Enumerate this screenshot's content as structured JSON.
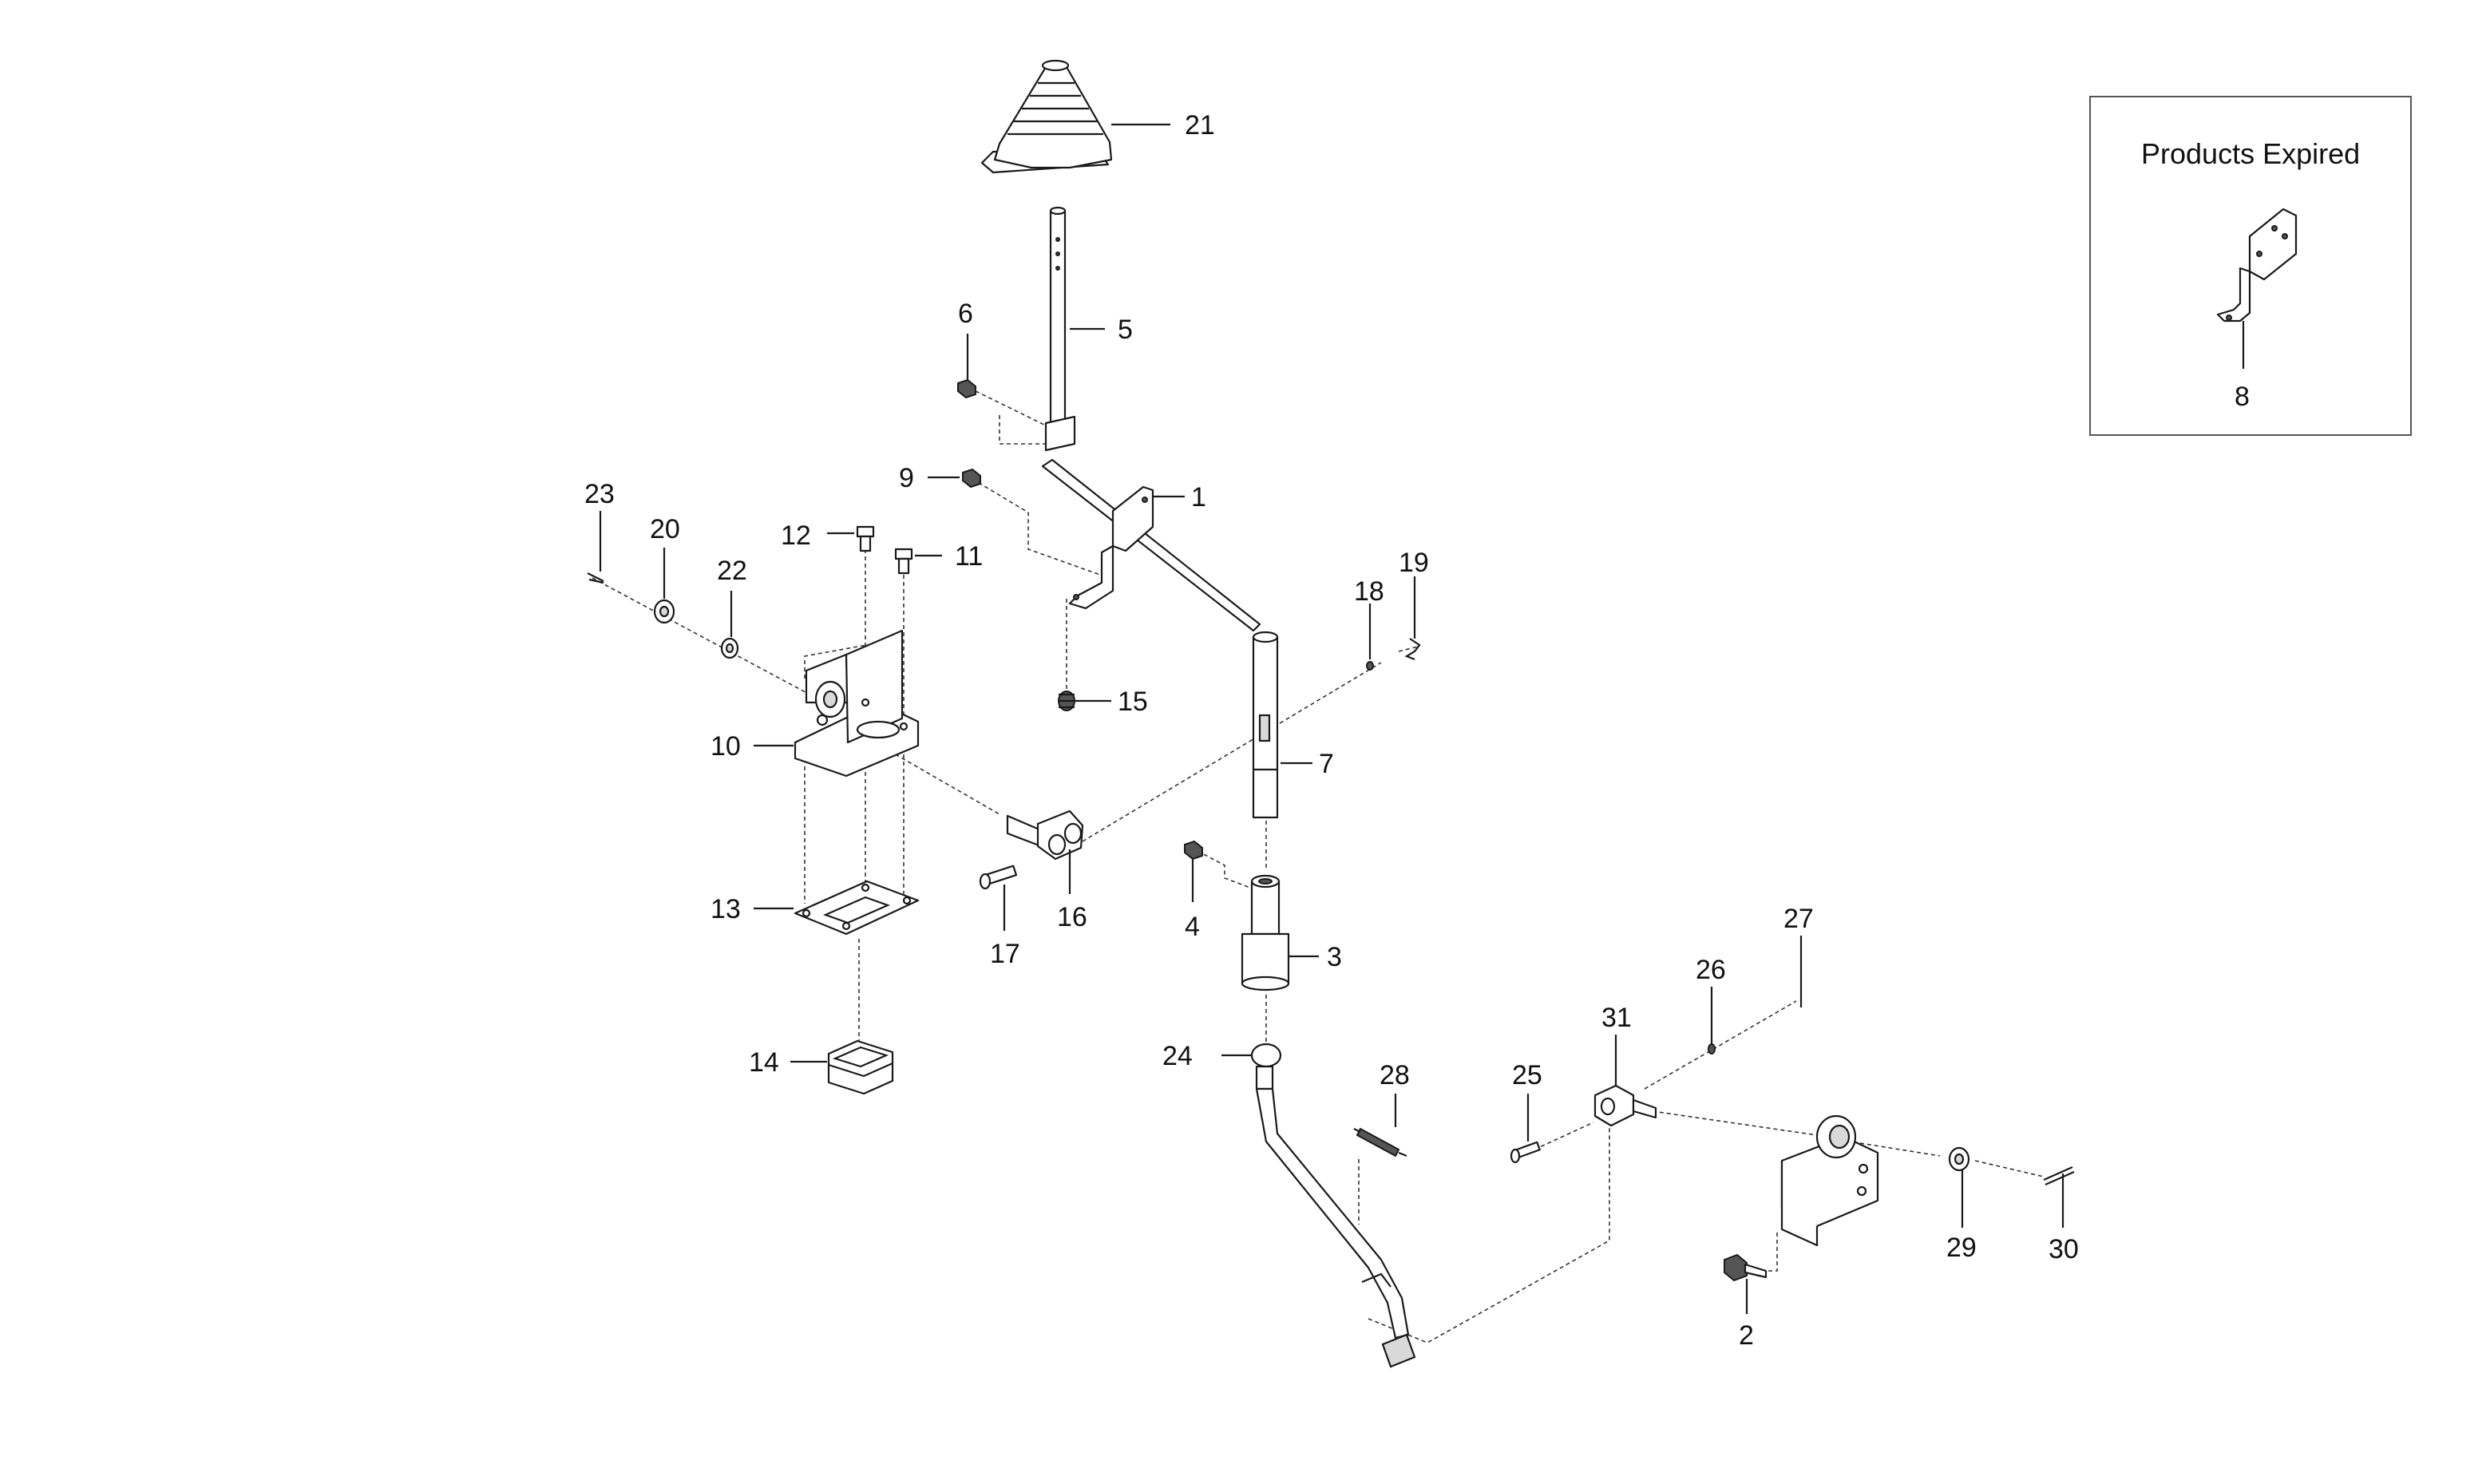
{
  "inset": {
    "title": "Products Expired",
    "part_number": "8"
  },
  "callouts": [
    {
      "id": "c1",
      "label": "1"
    },
    {
      "id": "c2",
      "label": "2"
    },
    {
      "id": "c3",
      "label": "3"
    },
    {
      "id": "c4",
      "label": "4"
    },
    {
      "id": "c5",
      "label": "5"
    },
    {
      "id": "c6",
      "label": "6"
    },
    {
      "id": "c7",
      "label": "7"
    },
    {
      "id": "c9",
      "label": "9"
    },
    {
      "id": "c10",
      "label": "10"
    },
    {
      "id": "c11",
      "label": "11"
    },
    {
      "id": "c12",
      "label": "12"
    },
    {
      "id": "c13",
      "label": "13"
    },
    {
      "id": "c14",
      "label": "14"
    },
    {
      "id": "c15",
      "label": "15"
    },
    {
      "id": "c16",
      "label": "16"
    },
    {
      "id": "c17",
      "label": "17"
    },
    {
      "id": "c18",
      "label": "18"
    },
    {
      "id": "c19",
      "label": "19"
    },
    {
      "id": "c20",
      "label": "20"
    },
    {
      "id": "c21",
      "label": "21"
    },
    {
      "id": "c22",
      "label": "22"
    },
    {
      "id": "c23",
      "label": "23"
    },
    {
      "id": "c24",
      "label": "24"
    },
    {
      "id": "c25",
      "label": "25"
    },
    {
      "id": "c26",
      "label": "26"
    },
    {
      "id": "c27",
      "label": "27"
    },
    {
      "id": "c28",
      "label": "28"
    },
    {
      "id": "c29",
      "label": "29"
    },
    {
      "id": "c30",
      "label": "30"
    },
    {
      "id": "c31",
      "label": "31"
    }
  ]
}
